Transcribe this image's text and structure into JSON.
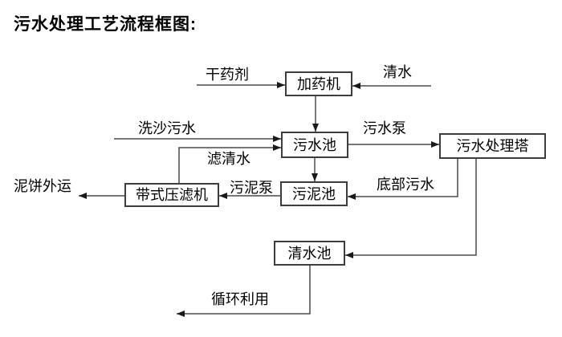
{
  "title": "污水处理工艺流程框图:",
  "colors": {
    "background": "#ffffff",
    "line": "#4a4a4a",
    "arrowhead": "#1a1a1a",
    "box_border": "#3d3d3d",
    "text": "#000000"
  },
  "nodes": {
    "dosing_machine": {
      "label": "加药机"
    },
    "sewage_pool": {
      "label": "污水池"
    },
    "treatment_tower": {
      "label": "污水处理塔"
    },
    "sludge_pool": {
      "label": "污泥池"
    },
    "belt_filter_press": {
      "label": "带式压滤机"
    },
    "clean_water_pool": {
      "label": "清水池"
    }
  },
  "flow_labels": {
    "dry_chemical": "干药剂",
    "clean_water": "清水",
    "sand_washing_sewage": "洗沙污水",
    "sewage_pump": "污水泵",
    "filtered_water": "滤清水",
    "sludge_pump": "污泥泵",
    "bottom_sewage": "底部污水",
    "mud_cake_out": "泥饼外运",
    "recycling": "循环利用"
  }
}
